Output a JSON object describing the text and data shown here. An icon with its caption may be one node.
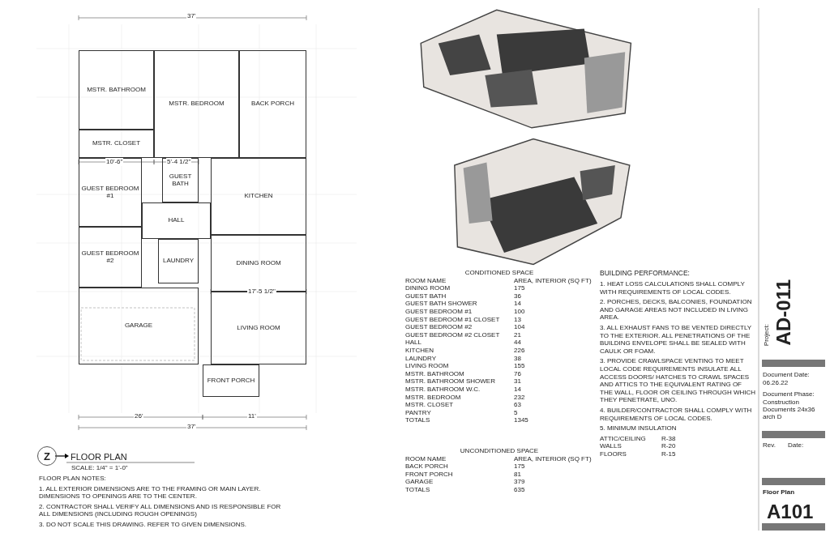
{
  "diagram": {
    "title": "FLOOR PLAN",
    "nodes": [
      {
        "text": [
          "MSTR. BATHROOM"
        ]
      },
      {
        "text": [
          "MSTR. BEDROOM"
        ]
      },
      {
        "text": [
          "BACK PORCH"
        ]
      },
      {
        "text": [
          "MSTR. CLOSET"
        ]
      },
      {
        "text": [
          "GUEST BEDROOM #1"
        ]
      },
      {
        "text": [
          "GUEST BATH"
        ]
      },
      {
        "text": [
          "KITCHEN"
        ]
      },
      {
        "text": [
          "HALL"
        ]
      },
      {
        "text": [
          "GUEST BEDROOM #2"
        ]
      },
      {
        "text": [
          "LAUNDRY"
        ]
      },
      {
        "text": [
          "DINING ROOM"
        ]
      },
      {
        "text": [
          "GARAGE"
        ]
      },
      {
        "text": [
          "LIVING ROOM"
        ]
      },
      {
        "text": [
          "FRONT PORCH"
        ]
      },
      {
        "text": [
          "Z"
        ]
      }
    ],
    "labels": [
      "37'",
      "10'-6\"",
      "5'-4 1/2\"",
      "17'-5 1/2\"",
      "26'",
      "11'",
      "37'",
      "SCALE: 1/4\" = 1'-0\"",
      "FLOOR PLAN NOTES:",
      "1. ALL EXTERIOR DIMENSIONS ARE TO THE FRAMING OR MAIN LAYER. DIMENSIONS TO OPENINGS ARE TO THE CENTER.",
      "2. CONTRACTOR SHALL VERIFY ALL DIMENSIONS AND IS RESPONSIBLE FOR ALL DIMENSIONS (INCLUDING ROUGH OPENINGS)",
      "3. DO NOT SCALE THIS DRAWING. REFER TO GIVEN DIMENSIONS.",
      "CONDITIONED SPACE",
      "ROOM NAME",
      "AREA, INTERIOR (SQ FT)",
      "DINING ROOM",
      "175",
      "GUEST BATH",
      "36",
      "GUEST BATH SHOWER",
      "14",
      "GUEST BEDROOM #1",
      "100",
      "GUEST BEDROOM #1 CLOSET",
      "13",
      "GUEST BEDROOM #2",
      "104",
      "GUEST BEDROOM #2 CLOSET",
      "21",
      "HALL",
      "44",
      "KITCHEN",
      "226",
      "LAUNDRY",
      "38",
      "LIVING ROOM",
      "155",
      "MSTR. BATHROOM",
      "76",
      "MSTR. BATHROOM SHOWER",
      "31",
      "MSTR. BATHROOM W.C.",
      "14",
      "MSTR. BEDROOM",
      "232",
      "MSTR. CLOSET",
      "63",
      "PANTRY",
      "5",
      "TOTALS",
      "1345",
      "UNCONDITIONED SPACE",
      "ROOM NAME",
      "AREA, INTERIOR (SQ FT)",
      "BACK PORCH",
      "175",
      "FRONT PORCH",
      "81",
      "GARAGE",
      "379",
      "TOTALS",
      "635",
      "BUILDING PERFORMANCE:",
      "1. HEAT LOSS CALCULATIONS SHALL COMPLY WITH REQUIREMENTS OF LOCAL CODES.",
      "2. PORCHES, DECKS, BALCONIES, FOUNDATION AND GARAGE AREAS NOT INCLUDED IN LIVING AREA.",
      "3. ALL EXHAUST FANS TO BE VENTED DIRECTLY TO THE EXTERIOR. ALL PENETRATIONS OF THE BUILDING ENVELOPE SHALL BE SEALED WITH CAULK OR FOAM.",
      "3. PROVIDE CRAWLSPACE VENTING TO MEET LOCAL CODE REQUIREMENTS INSULATE ALL ACCESS DOORS/ HATCHES TO CRAWL SPACES AND ATTICS TO THE EQUIVALENT RATING OF THE WALL, FLOOR OR CEILING THROUGH WHICH THEY PENETRATE, UNO.",
      "4. BUILDER/CONTRACTOR SHALL COMPLY WITH REQUIREMENTS OF LOCAL CODES.",
      "5. MINIMUM INSULATION",
      "ATTIC/CEILING",
      "R-38",
      "WALLS",
      "R-20",
      "FLOORS",
      "R-15",
      "Project:",
      "AD-011",
      "Document Date:",
      "06.26.22",
      "Document Phase:",
      "Construction Documents 24x36 arch D",
      "Rev.",
      "Date:",
      "Floor Plan",
      "A101"
    ]
  }
}
